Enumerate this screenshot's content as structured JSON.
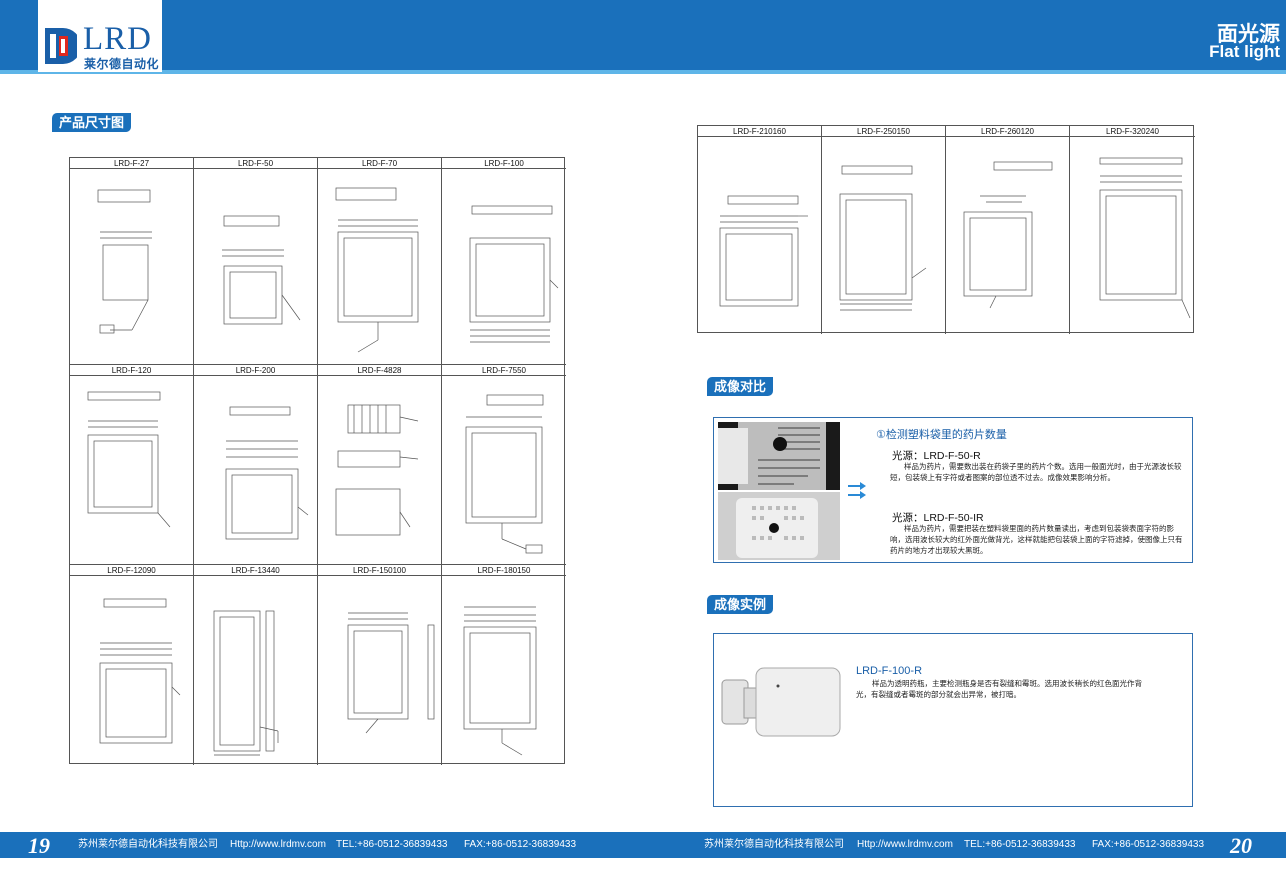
{
  "header": {
    "logo_text": "LRD",
    "logo_sub": "莱尔德自动化",
    "title_cn": "面光源",
    "title_en": "Flat light"
  },
  "colors": {
    "brand": "#1a70bb",
    "accent": "#5eb5e8"
  },
  "sections": {
    "dimensions": "产品尺寸图",
    "comparison": "成像对比",
    "example": "成像实例"
  },
  "left_models": [
    "LRD-F-27",
    "LRD-F-50",
    "LRD-F-70",
    "LRD-F-100",
    "LRD-F-120",
    "LRD-F-200",
    "LRD-F-4828",
    "LRD-F-7550",
    "LRD-F-12090",
    "LRD-F-13440",
    "LRD-F-150100",
    "LRD-F-180150"
  ],
  "right_models": [
    "LRD-F-210160",
    "LRD-F-250150",
    "LRD-F-260120",
    "LRD-F-320240"
  ],
  "comparison": {
    "title": "①检测塑料袋里的药片数量",
    "source1": "光源：LRD-F-50-R",
    "desc1": "样品为药片，需要数出装在药袋子里的药片个数。选用一般面光时，由于光源波长较短，包装袋上有字符或者图案的部位透不过去。成像效果影响分析。",
    "source2": "光源：LRD-F-50-IR",
    "desc2": "样品为药片，需要把装在塑料袋里面的药片数量读出，考虑到包装袋表面字符的影响，选用波长较大的红外面光做背光，这样就能把包装袋上面的字符滤掉，使图像上只有药片的地方才出现较大黑斑。"
  },
  "example": {
    "title": "LRD-F-100-R",
    "desc": "样品为透明药瓶，主要检测瓶身是否有裂缝和霉斑。选用波长稍长的红色面光作背光，有裂缝或者霉斑的部分就会出异常，被打暗。"
  },
  "footer": {
    "page_left": "19",
    "page_right": "20",
    "company": "苏州莱尔德自动化科技有限公司",
    "url": "Http://www.lrdmv.com",
    "tel": "TEL:+86-0512-36839433",
    "fax": "FAX:+86-0512-36839433"
  }
}
